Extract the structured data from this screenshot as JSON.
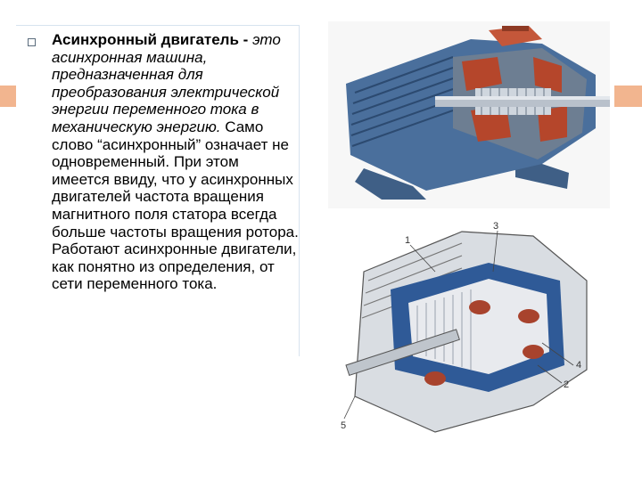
{
  "slide": {
    "accent_color": "#f2b58f",
    "bullet_icon": "square-bullet-icon",
    "paragraph": {
      "term": "Асинхронный двигатель -",
      "definition": "это асинхронная машина, предназначенная для преобразования электрической энергии переменного тока в механическую энергию.",
      "body": "Само слово “асинхронный” означает не одновременный. При этом имеется ввиду, что у асинхронных двигателей частота вращения магнитного поля статора всегда больше частоты вращения ротора. Работают асинхронные двигатели, как понятно из определения, от сети переменного тока."
    },
    "images": {
      "top_icon": "motor-cutaway-color-illustration",
      "bottom_icon": "motor-cutaway-diagram"
    },
    "diagram_labels": [
      "1",
      "3",
      "4",
      "2",
      "5"
    ]
  }
}
